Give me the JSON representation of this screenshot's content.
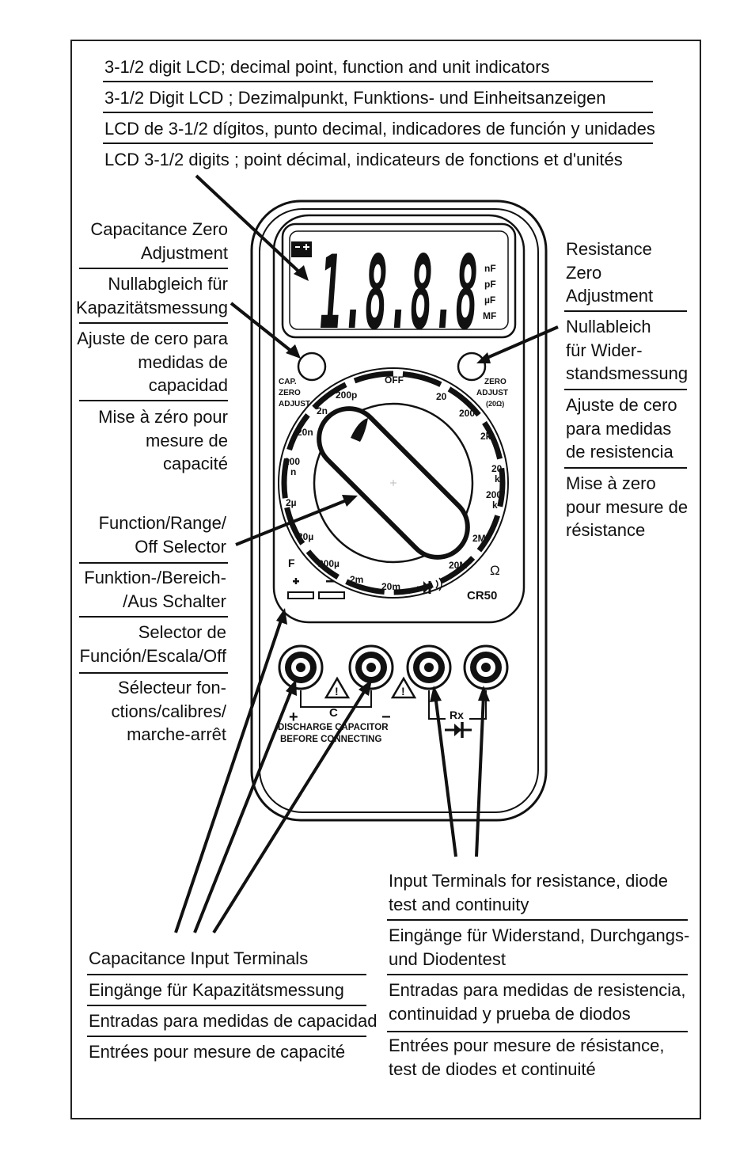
{
  "top_labels": [
    "3-1/2 digit LCD; decimal point, function and unit indicators",
    "3-1/2 Digit LCD ; Dezimalpunkt, Funktions- und Einheitsanzeigen",
    "LCD de 3-1/2 dígitos, punto decimal, indicadores de función y unidades",
    "LCD 3-1/2 digits ; point décimal, indicateurs de fonctions et d'unités"
  ],
  "cap_zero_labels": [
    [
      "Capacitance Zero",
      "Adjustment"
    ],
    [
      "Nullabgleich für",
      "Kapazitätsmessung"
    ],
    [
      "Ajuste de cero para",
      "medidas de",
      "capacidad"
    ],
    [
      "Mise à zéro pour",
      "mesure de",
      "capacité"
    ]
  ],
  "selector_labels": [
    [
      "Function/Range/",
      "Off Selector"
    ],
    [
      "Funktion-/Bereich-",
      "/Aus Schalter"
    ],
    [
      "Selector de",
      "Función/Escala/Off"
    ],
    [
      "Sélecteur fon-",
      "ctions/calibres/",
      "marche-arrêt"
    ]
  ],
  "res_zero_labels": [
    [
      "Resistance",
      "Zero",
      "Adjustment"
    ],
    [
      "Nullableich",
      "für Wider-",
      "standsmessung"
    ],
    [
      "Ajuste de cero",
      "para medidas",
      "de resistencia"
    ],
    [
      "Mise à zero",
      "pour mesure de",
      "résistance"
    ]
  ],
  "res_terminal_labels": [
    [
      "Input Terminals for resistance, diode",
      "test and continuity"
    ],
    [
      "Eingänge für Widerstand, Durchgangs-",
      "und Diodentest"
    ],
    [
      "Entradas para medidas de resistencia,",
      "continuidad y prueba de diodos"
    ],
    [
      "Entrées pour mesure de résistance,",
      "test de diodes  et continuité"
    ]
  ],
  "cap_terminal_labels": [
    "Capacitance Input Terminals",
    "Eingänge für Kapazitätsmessung",
    "Entradas para medidas de capacidad",
    "Entrées pour mesure de capacité"
  ],
  "meter": {
    "display_value": "1.8.8.8",
    "units": [
      "nF",
      "pF",
      "µF",
      "MF"
    ],
    "cap_knob_label": [
      "CAP.",
      "ZERO",
      "ADJUST"
    ],
    "res_knob_label": [
      "ZERO",
      "ADJUST",
      "(20Ω)"
    ],
    "dial_ranges": [
      "OFF",
      "20",
      "200",
      "2k",
      "20",
      "k",
      "200",
      "k",
      "2M",
      "20M",
      "20m",
      "2m",
      "200µ",
      "20µ",
      "2µ",
      "200",
      "n",
      "20n",
      "2n",
      "200p"
    ],
    "function_symbols": [
      "F",
      "Ω"
    ],
    "model": "CR50",
    "cap_terminal_text": [
      "C",
      "+",
      "−"
    ],
    "warning_text": [
      "DISCHARGE CAPACITOR",
      "BEFORE CONNECTING"
    ],
    "res_terminal_text": "Rx"
  }
}
